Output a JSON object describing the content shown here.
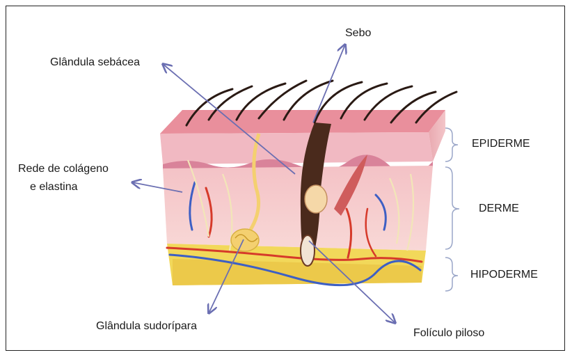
{
  "labels": {
    "sebo": "Sebo",
    "glandula_sebacea": "Glândula sebácea",
    "rede_line1": "Rede de colágeno",
    "rede_line2": "e elastina",
    "glandula_sudoripara": "Glândula sudorípara",
    "foliculo_piloso": "Folículo piloso",
    "epiderme": "EPIDERME",
    "derme": "DERME",
    "hipoderme": "HIPODERME"
  },
  "colors": {
    "arrow": "#6b6fb2",
    "bracket": "#9aa6c8",
    "epidermis": "#f0b8be",
    "dermis": "#f6cfd0",
    "hypodermis": "#f2d85a",
    "hair": "#3a2218",
    "artery": "#d63a2a",
    "vein": "#3d5fc4",
    "gland": "#f4d070"
  }
}
